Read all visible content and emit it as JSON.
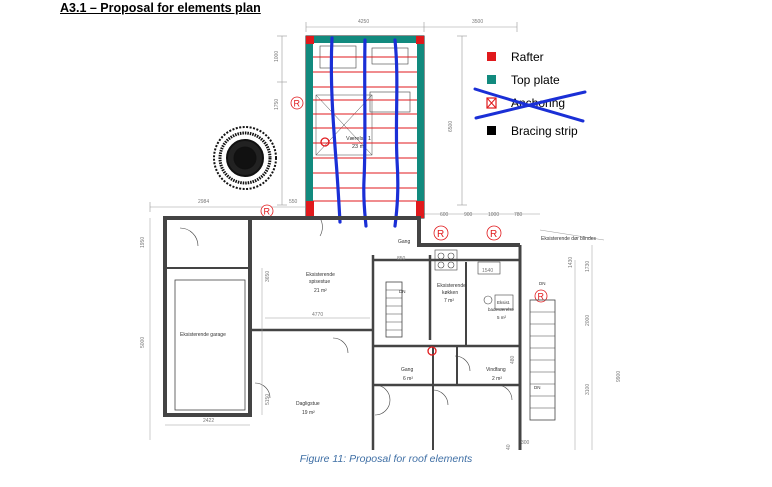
{
  "document": {
    "heading": "A3.1 – Proposal for elements plan",
    "caption": "Figure 11: Proposal for roof elements"
  },
  "legend": {
    "items": [
      {
        "label": "Rafter",
        "color": "#e0191c"
      },
      {
        "label": "Top plate",
        "color": "#128a7e"
      },
      {
        "label": "Anchoring",
        "color": "#e0191c",
        "crossed_out": true
      },
      {
        "label": "Bracing strip",
        "color": "#000000"
      }
    ],
    "cross_color": "#1a2fd6"
  },
  "plan": {
    "rooms": {
      "vaerelse": "Værelse 1",
      "vaerelse_area": "23 m²",
      "spisestue": "Eksisterende",
      "spisestue2": "spisestue",
      "spisestue_area": "21 m²",
      "garage": "Eksisterende garage",
      "kokken": "Eksisterende",
      "kokken2": "køkken",
      "kokken_area": "7 m²",
      "bad": "Eksist.",
      "bad2": "badeværelse",
      "bad_area": "5 m²",
      "gang_top": "Gang",
      "gang": "Gang",
      "gang_area": "6 m²",
      "vindfang": "Vindfang",
      "vindfang_area": "2 m²",
      "dagligstue": "Dagligstue",
      "dagligstue_area": "19 m²",
      "door_note": "Eksisterende dør blindes"
    },
    "dimensions": {
      "d4250": "4250",
      "d3500": "3500",
      "d1000": "1000",
      "d1750": "1750",
      "d6500": "6500",
      "d2984": "2984",
      "d550": "550",
      "d1950": "1950",
      "d3650": "3650",
      "d4770": "4770",
      "d5000": "5000",
      "d2422": "2422",
      "d5150": "5150",
      "d600": "600",
      "d900": "900",
      "d1000b": "1000",
      "d780": "780",
      "d1540": "1540",
      "d850": "850",
      "d1430": "1430",
      "d1730": "1730",
      "d2000": "2000",
      "d3100": "3100",
      "d9900": "9900",
      "d300": "300",
      "d40": "40",
      "d480": "480"
    },
    "anchor_letter": "R",
    "stair_label": "DN"
  }
}
